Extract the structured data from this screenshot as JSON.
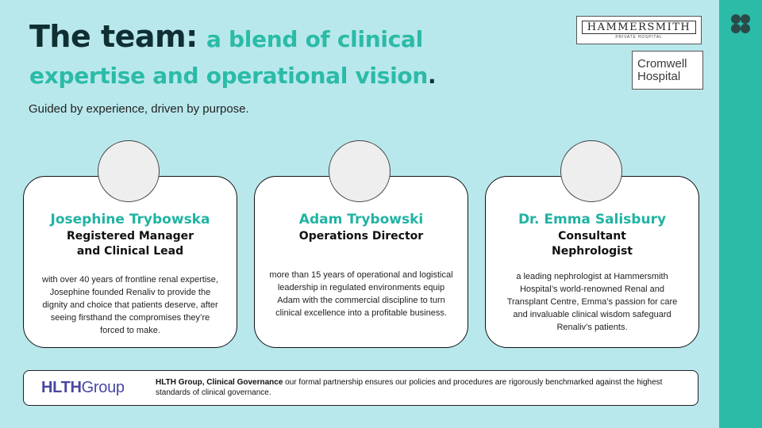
{
  "title": {
    "lead": "The team:",
    "accent": "a blend of clinical expertise and operational vision",
    "period": "."
  },
  "subtitle": "Guided by experience, driven by purpose.",
  "logos": {
    "hammersmith": "HAMMERSMITH",
    "hammersmith_sub": "PRIVATE HOSPITAL",
    "cromwell_line1": "Cromwell",
    "cromwell_line2": "Hospital"
  },
  "team": [
    {
      "name": "Josephine Trybowska",
      "role": "Registered Manager and Clinical Lead",
      "bio": "with over 40 years of frontline renal expertise, Josephine founded Renaliv to provide the dignity and choice that patients deserve, after seeing firsthand the compromises they’re forced to make."
    },
    {
      "name": "Adam Trybowski",
      "role": "Operations Director",
      "bio": "more than 15 years of operational and logistical leadership in regulated environments equip Adam with the commercial discipline to turn clinical excellence into a profitable business."
    },
    {
      "name": "Dr. Emma Salisbury",
      "role": "Consultant Nephrologist",
      "bio": "a leading nephrologist at Hammersmith Hospital’s world-renowned Renal and Transplant Centre, Emma’s passion for care and invaluable clinical wisdom safeguard Renaliv’s patients."
    }
  ],
  "partner": {
    "logo_prefix": "HLTH",
    "logo_suffix": "Group",
    "heading": "HLTH Group, Clinical Governance",
    "text": " our formal partnership ensures our policies and procedures are rigorously benchmarked against the highest standards of clinical governance."
  },
  "colors": {
    "background": "#b9e8ec",
    "accent_teal": "#2bbba7",
    "title_dark": "#0f2f33",
    "name_teal": "#20b3a2",
    "partner_logo": "#4a47a3"
  }
}
